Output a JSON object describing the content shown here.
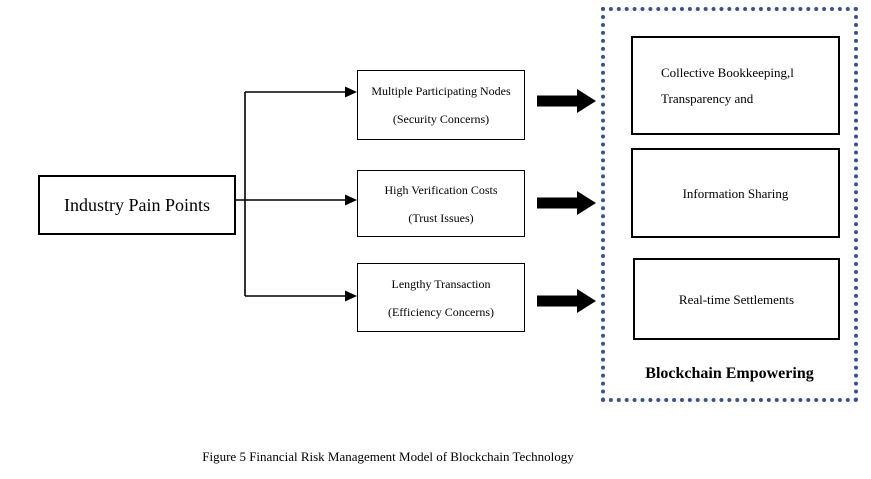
{
  "diagram": {
    "left_box": {
      "label": "Industry Pain Points"
    },
    "pain_points": [
      {
        "line1": "Multiple Participating Nodes",
        "line2": "(Security Concerns)"
      },
      {
        "line1": "High Verification Costs",
        "line2": "(Trust Issues)"
      },
      {
        "line1": "Lengthy Transaction",
        "line2": "(Efficiency Concerns)"
      }
    ],
    "solutions": [
      {
        "line1": "Collective Bookkeeping,l",
        "line2": "Transparency and"
      },
      {
        "line1": "Information Sharing"
      },
      {
        "line1": "Real-time Settlements"
      }
    ],
    "container_label": "Blockchain Empowering",
    "caption": "Figure 5 Financial Risk Management Model of Blockchain Technology",
    "colors": {
      "dotted_border": "#3a509b",
      "line": "#000000",
      "box_border": "#000000"
    }
  }
}
